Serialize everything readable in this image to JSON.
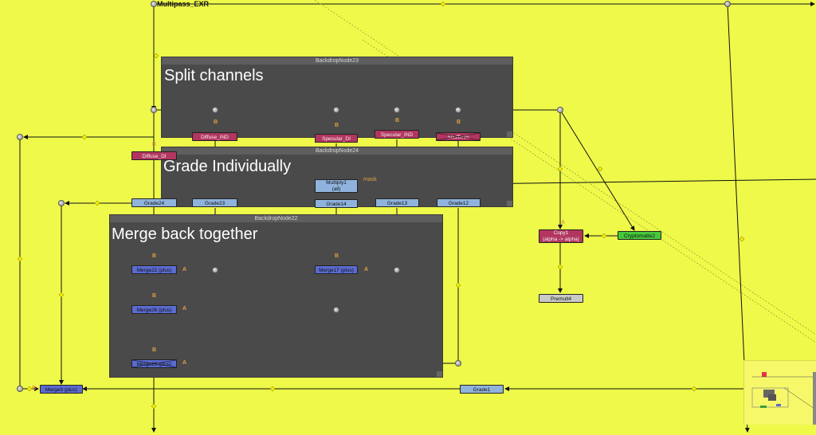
{
  "read_node": {
    "label": "Multipass_EXR"
  },
  "backdrops": [
    {
      "id": "bd23",
      "title": "BackdropNode23",
      "label": "Split channels"
    },
    {
      "id": "bd24",
      "title": "BackdropNode24",
      "label": "Grade Individually"
    },
    {
      "id": "bd22",
      "title": "BackdropNode22",
      "label": "Merge back together"
    }
  ],
  "nodes": {
    "diffuse_ind": "Diffuse_IND",
    "specular_di": "Specular_DI",
    "specular_ind": "Specular_IND",
    "shuffle_disabled": "Shuffle15",
    "diffuse_di": "Diffuse_DI",
    "multiply_line1": "Multiply1",
    "multiply_line2": "(all)",
    "grade24": "Grade24",
    "grade23": "Grade23",
    "grade14": "Grade14",
    "grade13": "Grade13",
    "grade12": "Grade12",
    "merge22": "Merge22 (plus)",
    "merge17": "Merge17 (plus)",
    "merge26": "Merge26 (plus)",
    "merge_disabled": "Merge25 (plus)",
    "merge9": "Merge9 (plus)",
    "grade1": "Grade1",
    "copy_line1": "Copy1",
    "copy_line2": "(alpha -> alpha)",
    "cryptomatte": "Cryptomatte2",
    "premult": "Premult4"
  },
  "input_tags": {
    "b": "B",
    "a": "A",
    "mask": "mask"
  },
  "colors": {
    "background": "#eef94a",
    "backdrop": "#4a4a4a",
    "shuffle": "#b2365f",
    "grade": "#8fb3dc",
    "merge": "#5b6bd0",
    "cryptomatte": "#46c83c",
    "premult": "#c9c9c9"
  }
}
